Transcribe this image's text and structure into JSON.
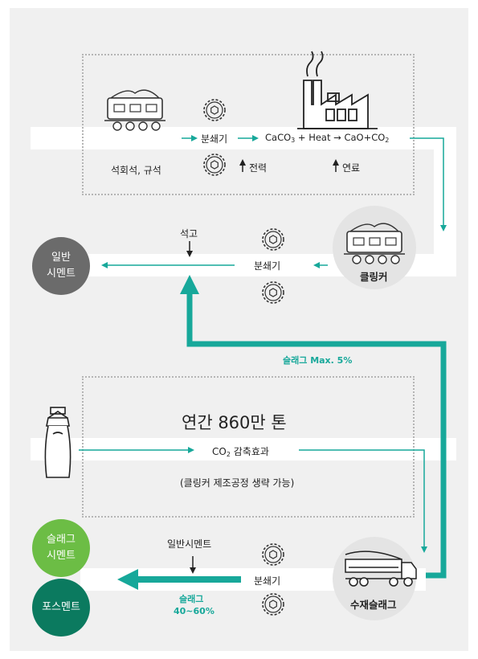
{
  "colors": {
    "teal": "#17a89a",
    "gray_dark": "#6b6b6b",
    "green_light": "#6cbd45",
    "green_dark": "#0b7a5f",
    "circle_light": "#e4e4e4"
  },
  "top": {
    "raw_material_label": "석회석, 규석",
    "mill_label": "분쇄기",
    "power_label": "전력",
    "reaction_main": "CaCO",
    "reaction_sub": "3",
    "reaction_mid": " + Heat → CaO+CO",
    "reaction_sub2": "2",
    "fuel_label": "연료"
  },
  "middle": {
    "gypsum_label": "석고",
    "mill_label": "분쇄기",
    "clinker_label": "클링커",
    "general_cement_line1": "일반",
    "general_cement_line2": "시멘트",
    "slag_max_label": "슬래그 Max. 5%"
  },
  "bottom": {
    "annual_label": "연간 860만 톤",
    "co2_prefix": "CO",
    "co2_sub": "2",
    "co2_suffix": " 감축효과",
    "note": "(클링커 제조공정 생략 가능)",
    "general_cement_input": "일반시멘트",
    "mill_label": "분쇄기",
    "water_slag_label": "수재슬래그",
    "slag_pct_line1": "슬래그",
    "slag_pct_line2": "40~60%",
    "slag_cement_line1": "슬래그",
    "slag_cement_line2": "시멘트",
    "poscement_label": "포스멘트"
  }
}
